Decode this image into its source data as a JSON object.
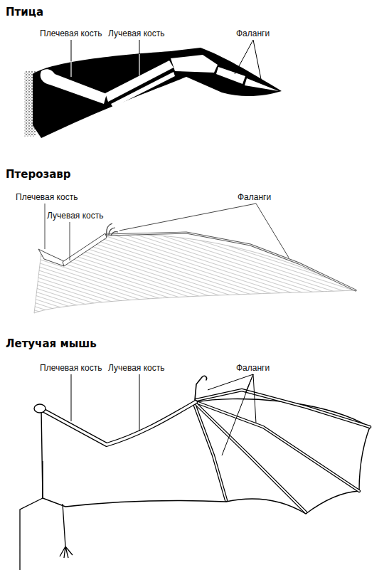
{
  "diagram": {
    "labels": [
      "Птица",
      "Плечевая кость",
      "Лучевая кость",
      "Фаланги",
      "Птерозавр",
      "Плечевая кость",
      "Лучевая кость",
      "Фаланги",
      "Летучая мышь",
      "Плечевая кость",
      "Лучевая кость",
      "Фаланги"
    ]
  }
}
